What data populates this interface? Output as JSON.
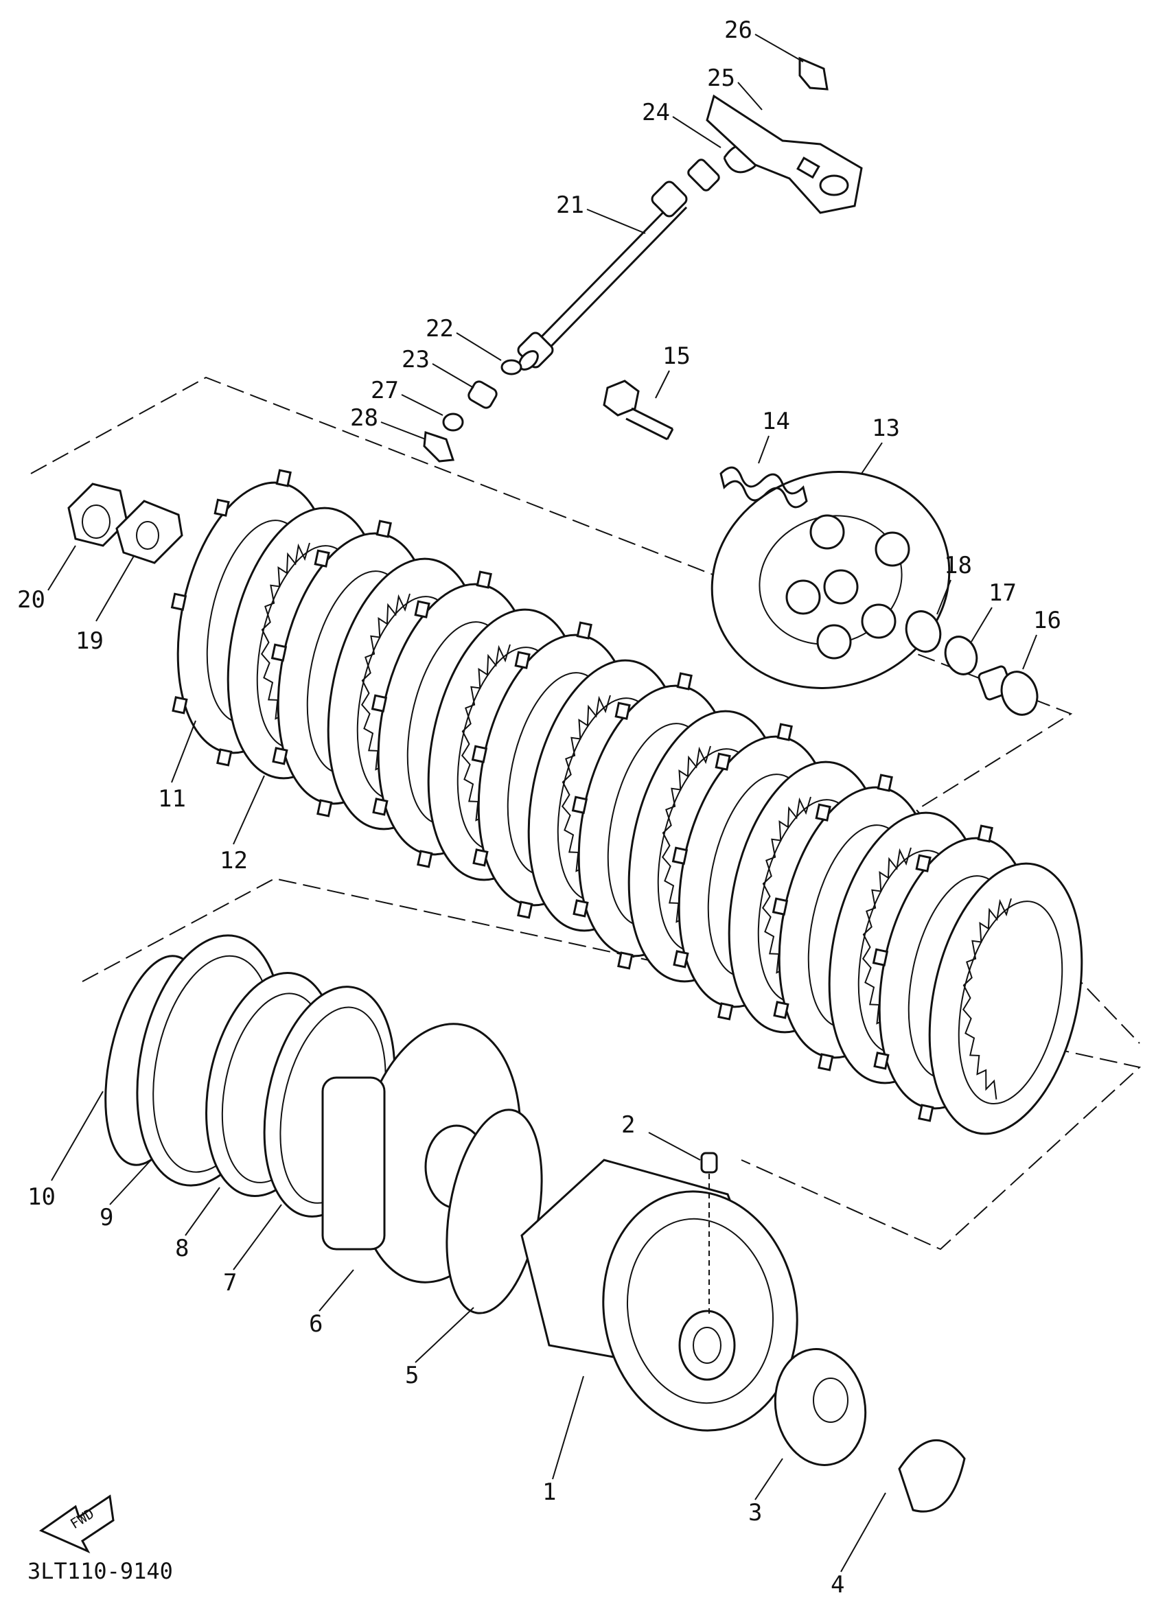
{
  "drawing_code": "3LT110-9140",
  "fwd_arrow_text": "FWD",
  "part_labels": [
    "1",
    "2",
    "3",
    "4",
    "5",
    "6",
    "7",
    "8",
    "9",
    "10",
    "11",
    "12",
    "13",
    "14",
    "15",
    "16",
    "17",
    "18",
    "19",
    "20",
    "21",
    "22",
    "23",
    "24",
    "25",
    "26",
    "27",
    "28"
  ]
}
